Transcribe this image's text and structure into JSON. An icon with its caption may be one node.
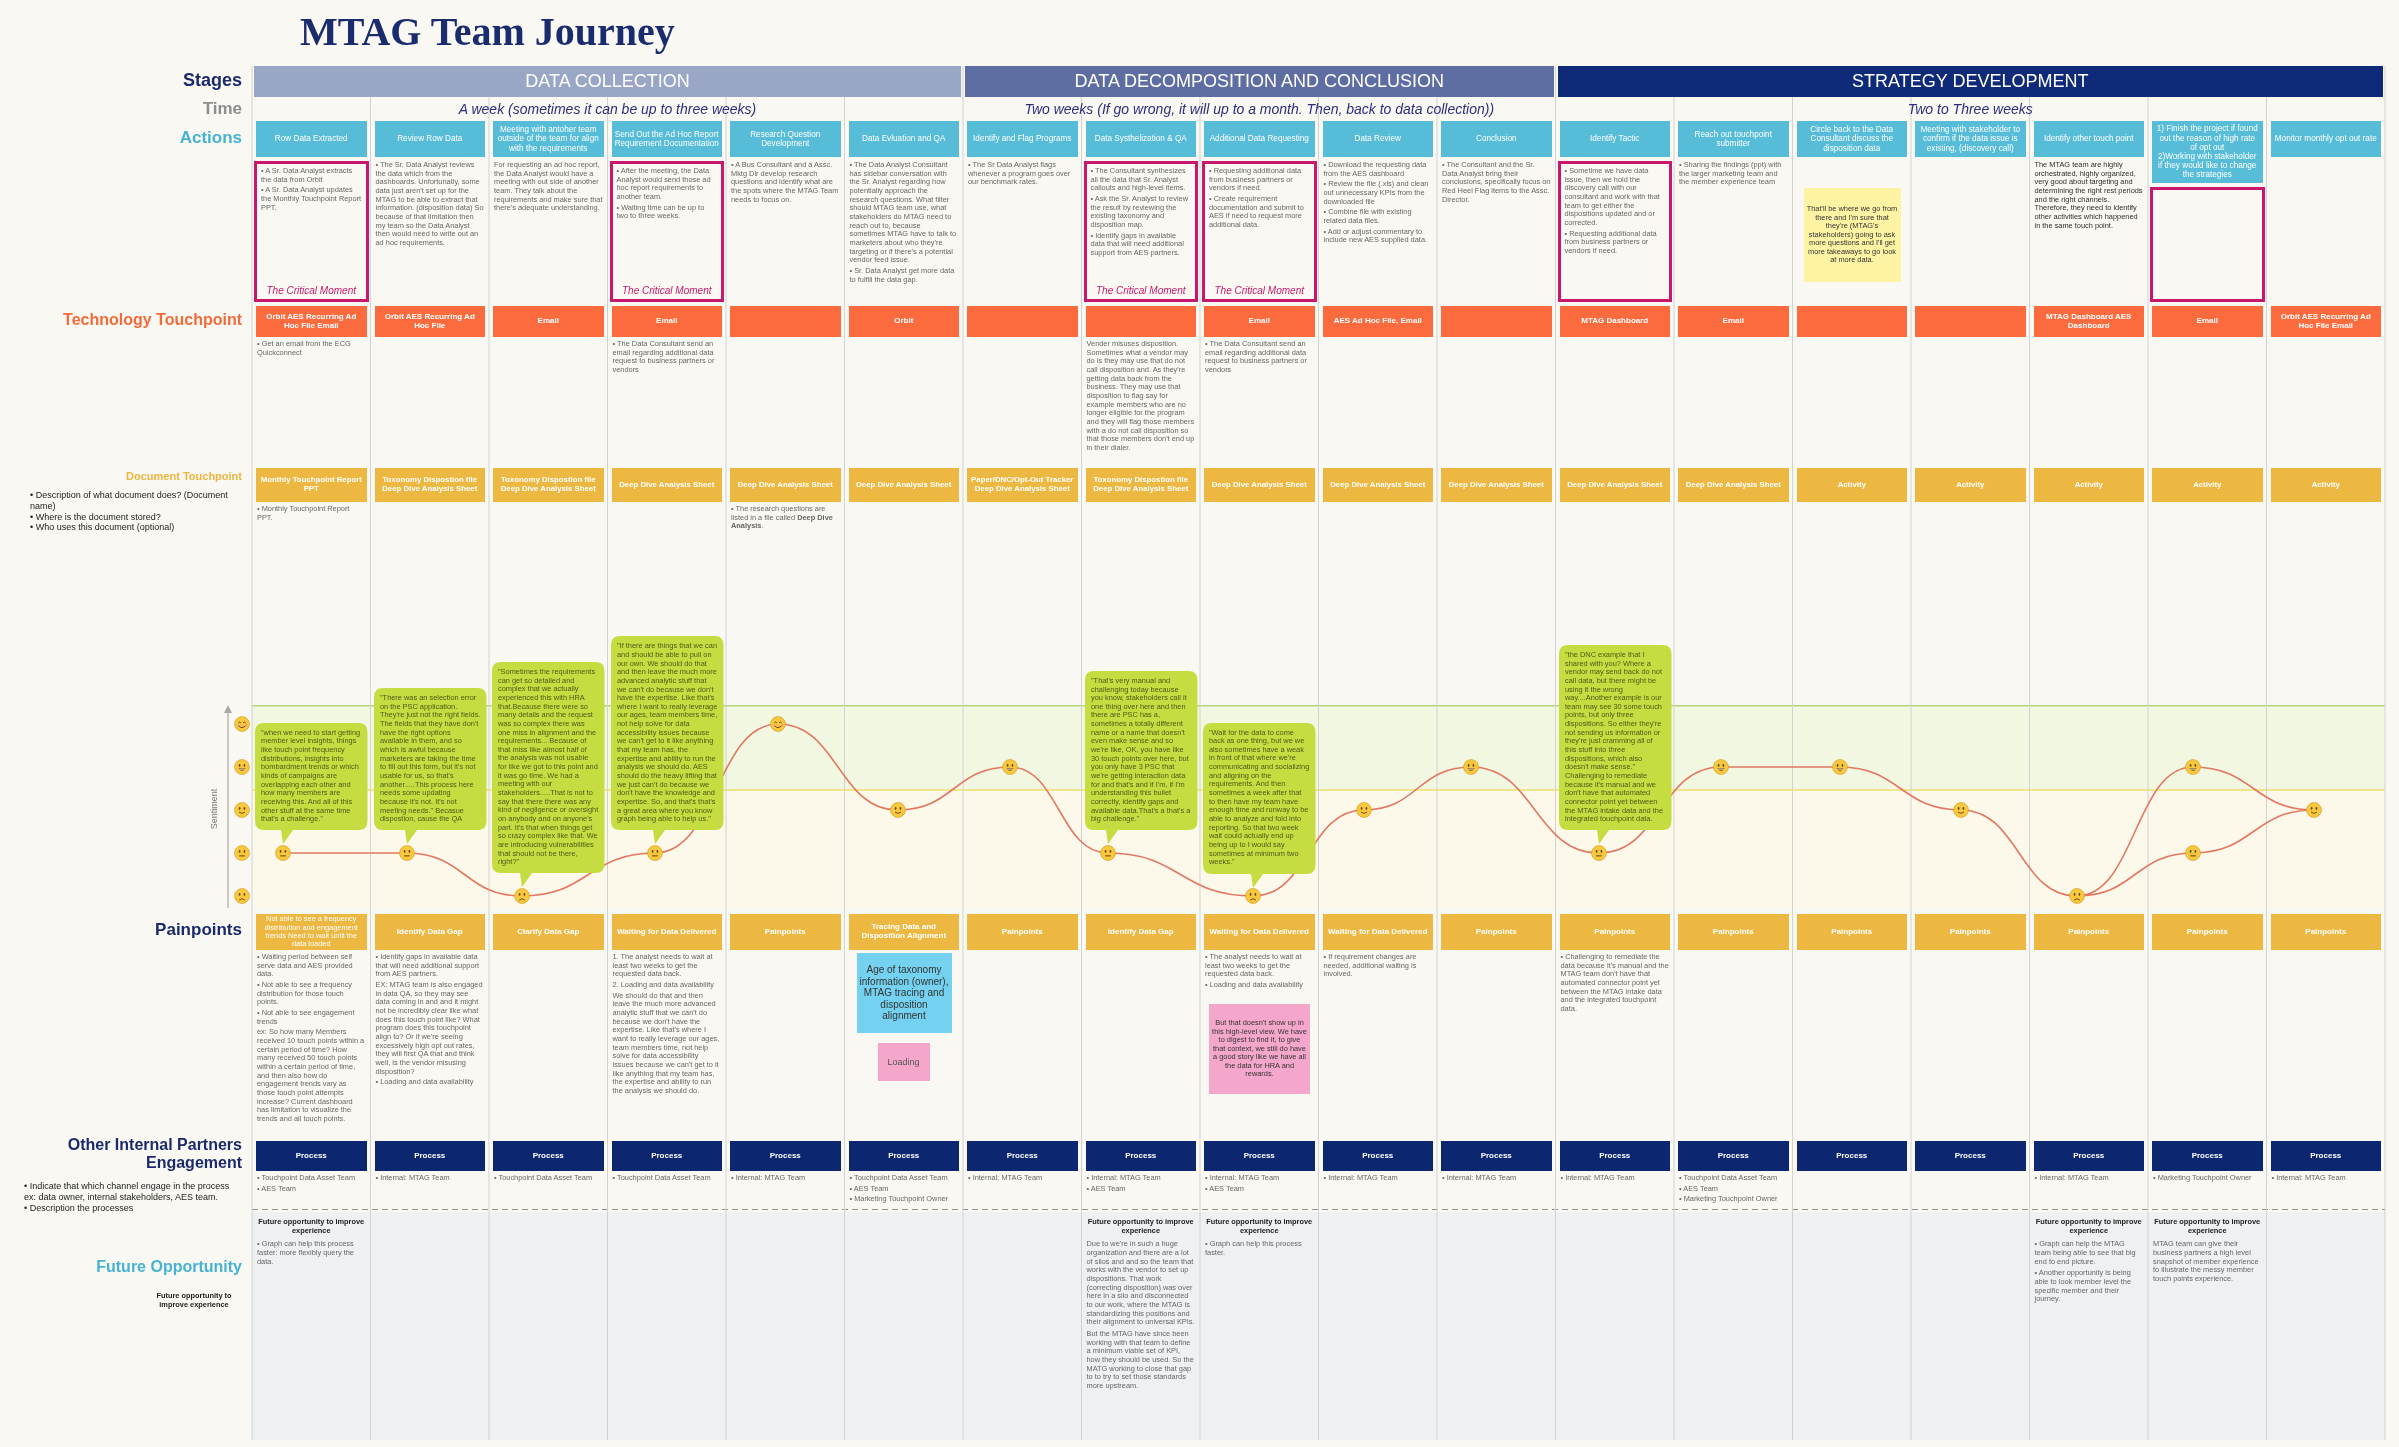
{
  "diagram": {
    "title": "MTAG Team Journey",
    "nodes": [
      {
        "text": [
          "DATA COLLECTION"
        ]
      },
      {
        "text": [
          "DATA DECOMPOSITION AND CONCLUSION"
        ]
      },
      {
        "text": [
          "STRATEGY DEVELOPMENT"
        ]
      },
      {
        "text": [
          "Row Data Extracted"
        ]
      },
      {
        "text": [
          "Review Row Data"
        ],
        "beside": [
          "• The Sr. Data Analyst reviews the data which from the dashboards. Unfortunatly, some data just aren't set up for the MTAG to be able to extract that information. (disposition data) So because of that limitation then my team so the Data Analyst then would need to write out an ad hoc requirements."
        ]
      },
      {
        "text": [
          "Meeting with antoher team outside of the team for align with the requirements"
        ],
        "beside": [
          "For requesting an ad hoc report, the Data Analyst would have a meeting with out side of another team. They talk about the requirements and make sure that there's adequate understanding."
        ]
      },
      {
        "text": [
          "Send Out the Ad Hoc Report Requirement Documentation"
        ]
      },
      {
        "text": [
          "Research Question Development"
        ],
        "beside": [
          "• A Bus Consultant and a Assc. Mktg Dir develop research questions and identify what are the spots where the MTAG Team needs to focus on."
        ]
      },
      {
        "text": [
          "Data Evluation and QA"
        ],
        "beside": [
          "• The Data Analyst Consultant has sidebar conversation with the Sr. Analyst regarding how potentially approach the research questions. What filter should MTAG team use, what stakeholders do MTAG need to reach out to, because sometimes MTAG have to talk to marketers about who they're targeting or if there's a potential vendor feed issue.",
          "• Sr. Data Analyst get more data to fulfill the data gap."
        ]
      },
      {
        "text": [
          "Identify and Flag Programs"
        ],
        "beside": [
          "• The Sr Data Analyst flags whenever a program goes over our benchmark rates."
        ]
      },
      {
        "text": [
          "Data Systhelization & QA"
        ]
      },
      {
        "text": [
          "Additional Data Requesting"
        ]
      },
      {
        "text": [
          "Data Review"
        ],
        "beside": [
          "• Download the requesting data from the AES dashboard",
          "• Review the file (.xls) and clean out unnecessary KPIs from the downloaded file",
          "• Combine file with existing related data files.",
          "• Add or adjust commentary to include new AES supplied data."
        ]
      },
      {
        "text": [
          "Conclusion"
        ],
        "beside": [
          "• The Consultant and the Sr. Data Analyst bring their conclusions, specifically focus on Red Heel Flag items to the Assc. Director."
        ]
      },
      {
        "text": [
          "Identify Tactic"
        ]
      },
      {
        "text": [
          "Reach out touchpoint submitter"
        ],
        "beside": [
          "• Sharing the findings (ppt) with the larger marketing team and the member experience team"
        ]
      },
      {
        "text": [
          "Circle back to the Data Consultant discuss the disposition data"
        ]
      },
      {
        "text": [
          "Meeting with stakeholder to confirm if the data issue is existing, (discovery call)"
        ]
      },
      {
        "text": [
          "Identify other touch point"
        ],
        "beside": [
          "The MTAG team are highly orchestrated, highly organized, very good about targeting and determining the right rest periods and the right channels. Therefore, they need to identify other activities which happened in the same touch point."
        ]
      },
      {
        "text": [
          "1) Finish the project if found out the reason of high rate of opt out",
          "2)Working with stakeholder if they would like to change the strategies"
        ]
      },
      {
        "text": [
          "Monitor monthly opt out rate"
        ]
      },
      {
        "text": [
          "• A Sr. Data Analyst extracts the data from Orbit",
          "• A Sr. Data Analyst updates the Monthly Touchpoint Report PPT.",
          "The Critical Moment"
        ]
      },
      {
        "text": [
          "• After the meeting, the Data Analyst would send those ad hoc report requirements to another team.",
          "• Waiting time can be up to two to three weeks.",
          "The Critical Moment"
        ]
      },
      {
        "text": [
          "• The Consultant synthesizes all the data that Sr. Analyst callouts and high-level items.",
          "• Ask the Sr. Analyst to review the result by reviewing the existing taxonomy and disposition map.",
          "• Identify gaps in available data that will need additional support from AES partners.",
          "The Critical Moment"
        ]
      },
      {
        "text": [
          "• Requesting additional data from business partners or vendors if need.",
          "• Create requirement documentation and submit to AES if need to request more additional data.",
          "The Critical Moment"
        ]
      },
      {
        "text": [
          "• Sometime we have data issue, then we hold the discovery call with our consultant and work with that team to get either the dispositions updated and or corrected.",
          "• Requesting additional data from business partners or vendors if need."
        ]
      },
      {
        "text": [
          "That'll be where we go from there and I'm sure that they're (MTAG's stakeholders) going to ask more questions and I'll get more takeaways to go look at more data."
        ]
      },
      {
        "text": [],
        "shape": "box"
      },
      {
        "text": [
          "Orbit AES Recurring Ad Hoc File Email"
        ],
        "beside": [
          "• Get an email from the ECG Quickconnect"
        ]
      },
      {
        "text": [
          "Orbit AES Recurring Ad Hoc File"
        ]
      },
      {
        "text": [
          "Email"
        ]
      },
      {
        "text": [
          "Email"
        ],
        "beside": [
          "• The Data Consultant send an email regarding additional data request to business partners or vendors"
        ]
      },
      {
        "text": [],
        "shape": "box"
      },
      {
        "text": [
          "Orbit"
        ]
      },
      {
        "text": [],
        "shape": "box"
      },
      {
        "text": [],
        "shape": "box",
        "beside": [
          "Vender misuses disposition. Sometimes what a vendor may do is they may use that do not call disposition and. As they're getting data back from the business. They may use that disposition to flag say for example members who are no longer eligible for the program and they will flag those members with a do not call disposition so that those members don't end up in their dialer."
        ]
      },
      {
        "text": [
          "Email"
        ],
        "beside": [
          "• The Data Consultant send an email regarding additional data request to business partners or vendors"
        ]
      },
      {
        "text": [
          "AES Ad Hoc File, Email"
        ]
      },
      {
        "text": [],
        "shape": "box"
      },
      {
        "text": [
          "MTAG Dashboard"
        ]
      },
      {
        "text": [
          "Email"
        ]
      },
      {
        "text": [],
        "shape": "box"
      },
      {
        "text": [],
        "shape": "box"
      },
      {
        "text": [
          "MTAG Dashboard AES Dashboard"
        ]
      },
      {
        "text": [
          "Email"
        ]
      },
      {
        "text": [
          "Orbit AES Recurring Ad Hoc File Email"
        ]
      },
      {
        "text": [
          "Monthly Touchpoint Report PPT"
        ],
        "beside": [
          "• Monthly Touchpoint Report PPT."
        ]
      },
      {
        "text": [
          "Toxonomy Dispostion file Deep Dive Analysis Sheet"
        ]
      },
      {
        "text": [
          "Toxonomy Dispostion file Deep Dive Analysis Sheet"
        ]
      },
      {
        "text": [
          "Deep Dive Analysis Sheet"
        ]
      },
      {
        "text": [
          "Deep Dive Analysis Sheet"
        ],
        "beside": [
          "• The research questions are listed in a file called **Deep Dive Analysis**."
        ]
      },
      {
        "text": [
          "Deep Dive Analysis Sheet"
        ]
      },
      {
        "text": [
          "Paper/DNC/Opt-Out Tracker Deep Dive Analysis Sheet"
        ]
      },
      {
        "text": [
          "Toxonomy Dispostion file Deep Dive Analysis Sheet"
        ]
      },
      {
        "text": [
          "Deep Dive Analysis Sheet"
        ]
      },
      {
        "text": [
          "Deep Dive Analysis Sheet"
        ]
      },
      {
        "text": [
          "Deep Dive Analysis Sheet"
        ]
      },
      {
        "text": [
          "Deep Dive Analysis Sheet"
        ]
      },
      {
        "text": [
          "Deep Dive Analysis Sheet"
        ]
      },
      {
        "text": [
          "Activity"
        ]
      },
      {
        "text": [
          "Activity"
        ]
      },
      {
        "text": [
          "Activity"
        ]
      },
      {
        "text": [
          "Activity"
        ]
      },
      {
        "text": [
          "Activity"
        ]
      },
      {
        "text": [
          "\"when we need to start getting member level insights, things like touch point frequency distributions, insights into bombardment trends or which kinds of campaigns are overlapping each other and how many members are receiving this. And all of this other stuff at the same time that's a challenge.\""
        ]
      },
      {
        "text": [
          "\"There was an selection error on the PSC application. They're just not the right fields. The fields that they have don't have the right options available in them, and so which is awful because marketers are taking the time to fill out this form, but it's not usable for us, so that's another.....This process here needs some updating because it's not. It's not meeting needs.\" Becasue dispostion, cause the QA"
        ]
      },
      {
        "text": [
          "\"Sometimes the requirements can get so detailed and complex that we actually experienced this with HRA that.Because there were so many details and the request was so complex there was one miss in alignment and the requirements... Because of that miss like almost half of the analysis was not usable for like we got to this point and it was go time. We had a meeting with our stakeholders.....That is not to say that there there was any kind of negligence or oversight on anybody and on anyone's part. It's that when things get so crazy complex like that. We are introducing vulnerabilities that should not be there, right?\""
        ]
      },
      {
        "text": [
          "\"If there are things that we can and should be able to pull on our own. We should do that and then leave the much more advanced analytic stuff that we can't do because we don't have the expertise. Like that's where I want to really leverage our ages, team members time, not help solve for data accessibility issues because we can't get to it like anything that my team has, the expertise and ability to run the analysis we should do. AES should do the heavy lifting that we just can't do because we don't have the knowledge and expertise. So, and that's that's a great area where you know graph being able to help us.\""
        ]
      },
      {
        "text": [
          "\"That's very manual and challenging today because you know, stakeholders call it one thing over here and then there are PSC has a, sometimes a totally different name or a name that doesn't even make sense and so we're like, OK, you have like 30 touch points over here, but you only have 3 PSC that we're getting interaction data for and that's and if I'm, if I'm understanding this bullet correctly, identify gaps and available data.That's a that's a big challenge.\""
        ]
      },
      {
        "text": [
          "\"Wait for the data to come back as one thing, but we we also sometimes have a weak in front of that where we're communicating and socializing and aligning on the requirements. And then sometimes a week after that to then have my team have enough time and runway to be able to analyze and fold into reporting. So that two week wait could actually end up being up to I would say sometimes at minimum two weeks.\""
        ]
      },
      {
        "text": [
          "\"the DNC example that I shared with you? Where a vendor may send back do not call data, but there might be using it the wrong way....Another example is our team may see 30 some touch points, but only three dispositions. So either they're not sending us information or they're just cramming all of this stuff into three dispositions, which also doesn't make sense.\" Challenging to remediate because it's manual and we don't have that automated connector point yet between the MTAG intake data and the integrated touchpoint data."
        ]
      },
      {
        "text": [
          "Not able to see a frequency distribution and engagement trends Need to wait until the data loaded"
        ],
        "beside": [
          "• Waiting period between self serve data and AES provided data.",
          "• Not able to see a frequency distribution for those touch points.",
          "• Not able to see engagement trends",
          "ex: So how many Members received 10 touch points within a certain period of time? How many received 50 touch points within a certain period of time, and then also how do engagement trends vary as those touch point attempts increase? Current dashboard has limitation to visualize the trends and all touch points."
        ]
      },
      {
        "text": [
          "Identify Data Gap"
        ],
        "beside": [
          "• Identify gaps in available data that will need additional support from AES partners.",
          "EX: MTAG team is also engaged in data QA, so they may see data coming in and and it might not be incredibly clear like what does this touch point like? What program does this touchpoint align to? Or if we're seeing excessively high opt out rates, they will first QA that and think well, is the vendor misusing disposition?",
          "• Loading and data availability"
        ]
      },
      {
        "text": [
          "Clarify Data Gap"
        ]
      },
      {
        "text": [
          "Waiting for Data Delivered"
        ],
        "beside": [
          "1. The analyst needs to wait at least two weeks to get the requested data back.",
          "2. Loading and data availability",
          "We should do that and then leave the much more advanced analytic stuff that we can't do because we don't have the expertise. Like that's where I want to really leverage our ages, team members time, not help solve for data accessibility issues because we can't get to it like anything that my team has, the expertise and ability to run the analysis we should do."
        ]
      },
      {
        "text": [
          "Painpoints"
        ]
      },
      {
        "text": [
          "Tracing Data and Disposition Alignment"
        ]
      },
      {
        "text": [
          "Painpoints"
        ]
      },
      {
        "text": [
          "Identify Data Gap"
        ]
      },
      {
        "text": [
          "Waiting for Data Delivered"
        ],
        "beside": [
          "• The analyst needs to wait at least two weeks to get the requested data back.",
          "• Loading and data availability"
        ]
      },
      {
        "text": [
          "Waiting for Data Delivered"
        ],
        "beside": [
          "• If requirement changes are needed, additional waiting is involved."
        ]
      },
      {
        "text": [
          "Painpoints"
        ]
      },
      {
        "text": [
          "Painpoints"
        ],
        "beside": [
          "• Challenging to remediate the data because it's manual and the MTAG team don't have that automated connector point yet between the MTAG intake data and the integrated touchpoint data."
        ]
      },
      {
        "text": [
          "Painpoints"
        ]
      },
      {
        "text": [
          "Painpoints"
        ]
      },
      {
        "text": [
          "Painpoints"
        ]
      },
      {
        "text": [
          "Painpoints"
        ]
      },
      {
        "text": [
          "Painpoints"
        ]
      },
      {
        "text": [
          "Painpoints"
        ]
      },
      {
        "text": [
          "Age of taxonomy information (owner), MTAG tracing and disposition alignment"
        ]
      },
      {
        "text": [
          "Loading"
        ]
      },
      {
        "text": [
          "But that doesn't show up in this high-level view. We have to digest to find it, to give that context, we still do have a good story like we have all the data for HRA and rewards."
        ]
      },
      {
        "text": [
          "Process"
        ],
        "beside": [
          "• Touchpoint Data Asset Team",
          "• AES Team"
        ]
      },
      {
        "text": [
          "Process"
        ],
        "beside": [
          "• Internal: MTAG Team"
        ]
      },
      {
        "text": [
          "Process"
        ],
        "beside": [
          "• Touchpoint Data Asset Team"
        ]
      },
      {
        "text": [
          "Process"
        ],
        "beside": [
          "• Touchpoint Data Asset Team"
        ]
      },
      {
        "text": [
          "Process"
        ],
        "beside": [
          "• Internal: MTAG Team"
        ]
      },
      {
        "text": [
          "Process"
        ],
        "beside": [
          "• Touchpoint Data Asset Team",
          "• AES Team",
          "• Marketing Touchpoint Owner"
        ]
      },
      {
        "text": [
          "Process"
        ],
        "beside": [
          "• Internal: MTAG Team"
        ]
      },
      {
        "text": [
          "Process"
        ],
        "beside": [
          "• Internal: MTAG Team",
          "• AES Team"
        ]
      },
      {
        "text": [
          "Process"
        ],
        "beside": [
          "• Internal: MTAG Team",
          "• AES Team"
        ]
      },
      {
        "text": [
          "Process"
        ],
        "beside": [
          "• Internal: MTAG Team"
        ]
      },
      {
        "text": [
          "Process"
        ],
        "beside": [
          "• Internal: MTAG Team"
        ]
      },
      {
        "text": [
          "Process"
        ],
        "beside": [
          "• Internal: MTAG Team"
        ]
      },
      {
        "text": [
          "Process"
        ],
        "beside": [
          "• Touchpoint Data Asset Team",
          "• AES Team",
          "• Marketing Touchpoint Owner"
        ]
      },
      {
        "text": [
          "Process"
        ]
      },
      {
        "text": [
          "Process"
        ]
      },
      {
        "text": [
          "Process"
        ],
        "beside": [
          "• Internal: MTAG Team"
        ]
      },
      {
        "text": [
          "Process"
        ],
        "beside": [
          "• Marketing Touchpoint Owner"
        ]
      },
      {
        "text": [
          "Process"
        ],
        "beside": [
          "• Internal: MTAG Team"
        ]
      }
    ],
    "labels": [
      "Stages",
      "Time",
      "A week (sometimes it can be up to three weeks)",
      "Two weeks (If go wrong, it will up to a month. Then, back to data collection))",
      "Two to Three weeks",
      "Actions",
      "Technology Touchpoint",
      "Document Touchpoint",
      "• Description of what document does? (Document name)",
      "• Where is the document stored?",
      "• Who uses this document (optional)",
      "Sentiment",
      "Painpoints",
      "Other Internal Partners Engagement",
      "• Indicate that which channel engage in the process ex: data owner, internal stakeholders, AES team.",
      "• Description the processes",
      "Future Opportunity",
      "Future opportunity to improve experience",
      "Future opportunity to improve experience",
      "• Graph can help this process faster: more flexibly query the data.",
      "Future opportunity to improve experience",
      "Due to we're in such a huge organization and there are a lot of silos and and so the team that works with the vendor to set up dispositions. That work (correcting disposition) was over here in a silo and disconnected to our work, where the MTAG is standardizing this positions and their alignment to universal KPIs.",
      "But the MTAG have since been working with that team to define a minimum viable set of KPI, how they should be used. So the MATG working to close that gap to to try to set those standards more upstream.",
      "Future opportunity to improve experience",
      "• Graph can help this process faster.",
      "Future opportunity to improve experience",
      "• Graph can help the MTAG team being able to see that big end to end picture.",
      "• Another opportunity is being able to look member level the specific member and their journey.",
      "Future opportunity to improve experience",
      "MTAG team can give their business partners a high level snapshot of member experience to illustrate the messy member touch points experience."
    ]
  }
}
